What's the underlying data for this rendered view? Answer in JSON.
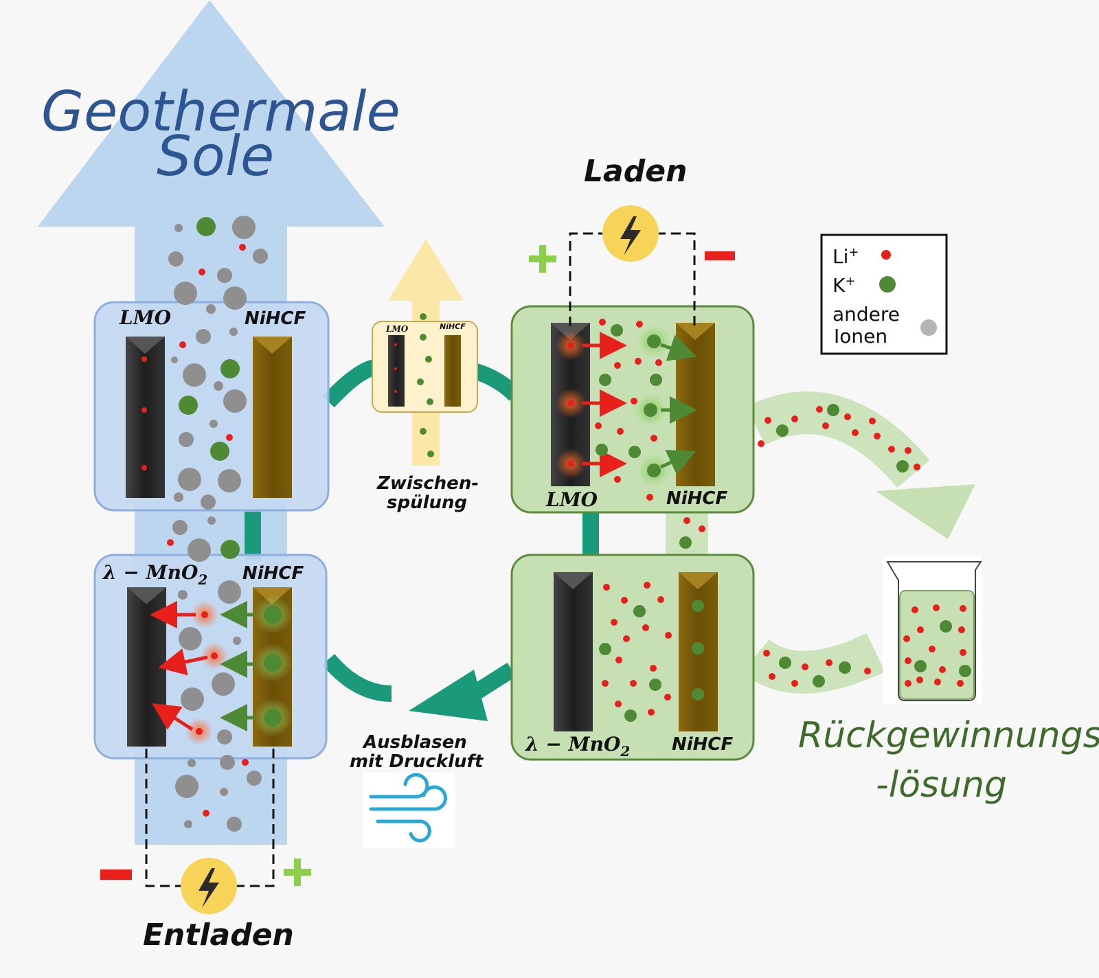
{
  "title": {
    "line1": "Geothermale",
    "line2": "Sole"
  },
  "stages": {
    "laden": "Laden",
    "entladen": "Entladen",
    "zwischen_line1": "Zwischen-",
    "zwischen_line2": "spülung",
    "ausblasen_line1": "Ausblasen",
    "ausblasen_line2": "mit Druckluft"
  },
  "electrodes": {
    "lmo": "LMO",
    "nihcf": "NiHCF",
    "mno2": "λ − MnO",
    "mno2_sub": "2"
  },
  "recovery": {
    "line1": "Rückgewinnungs",
    "line2": "-lösung"
  },
  "legend": {
    "li": "Li",
    "li_sup": "+",
    "k": "K",
    "k_sup": "+",
    "other_line1": "andere",
    "other_line2": "Ionen"
  },
  "symbols": {
    "plus": "+",
    "minus": "−"
  },
  "colors": {
    "brine_blue": "#bcd6ef",
    "title_blue": "#2d5592",
    "cell_blue": "#c3d8f1",
    "cell_blue_border": "#8eaee0",
    "cell_green": "#c6e0b4",
    "cell_green_border": "#5b8c3c",
    "teal_cycle": "#1a9a7a",
    "lithium_red": "#e8201c",
    "potassium_green": "#4e8a34",
    "other_gray": "#8f8f8f",
    "nihcf_gold": "#6e5307",
    "lmo_black": "#262626",
    "lightning_yellow": "#f7d358",
    "recovery_green": "#3f6b2a"
  },
  "icons": [
    "lightning-icon",
    "wind-icon",
    "beaker-icon"
  ]
}
